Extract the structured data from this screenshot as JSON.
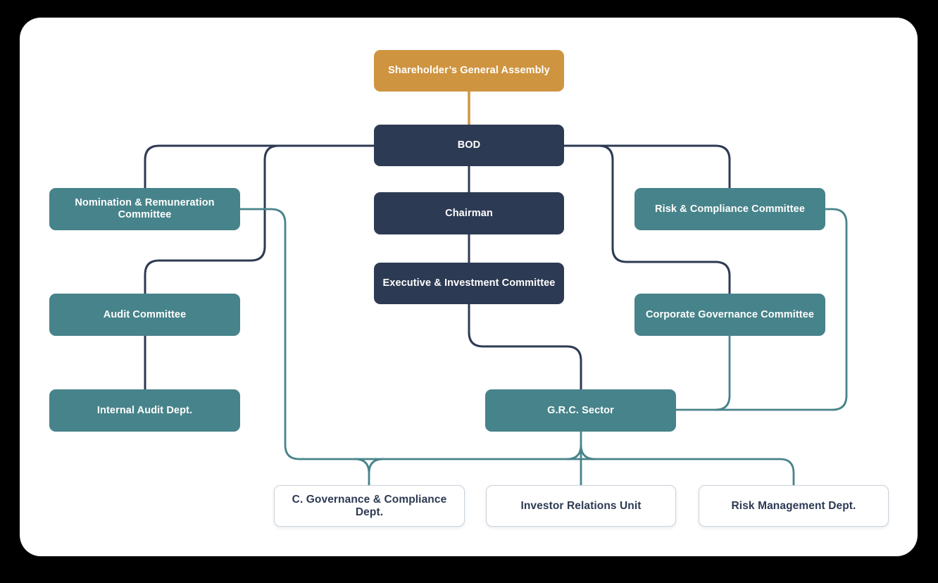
{
  "diagram": {
    "type": "org-chart",
    "colors": {
      "gold": "#cf9440",
      "navy": "#2d3a53",
      "teal": "#47838a",
      "outline_border": "#c9d2da",
      "card": "#ffffff",
      "background": "#000000"
    },
    "nodes": [
      {
        "id": "sga",
        "label": "Shareholder’s General Assembly",
        "style": "gold"
      },
      {
        "id": "bod",
        "label": "BOD",
        "style": "navy"
      },
      {
        "id": "chairman",
        "label": "Chairman",
        "style": "navy"
      },
      {
        "id": "exec",
        "label": "Executive & Investment Committee",
        "style": "navy"
      },
      {
        "id": "nomination",
        "label": "Nomination & Remuneration Committee",
        "style": "teal"
      },
      {
        "id": "audit",
        "label": "Audit Committee",
        "style": "teal"
      },
      {
        "id": "internal-audit",
        "label": "Internal Audit Dept.",
        "style": "teal"
      },
      {
        "id": "risk-compliance",
        "label": "Risk & Compliance Committee",
        "style": "teal"
      },
      {
        "id": "corp-gov",
        "label": "Corporate Governance Committee",
        "style": "teal"
      },
      {
        "id": "grc",
        "label": "G.R.C. Sector",
        "style": "teal"
      },
      {
        "id": "cgc-dept",
        "label": "C. Governance & Compliance Dept.",
        "style": "outline"
      },
      {
        "id": "investor-relations",
        "label": "Investor Relations Unit",
        "style": "outline"
      },
      {
        "id": "risk-mgmt",
        "label": "Risk Management Dept.",
        "style": "outline"
      }
    ]
  }
}
